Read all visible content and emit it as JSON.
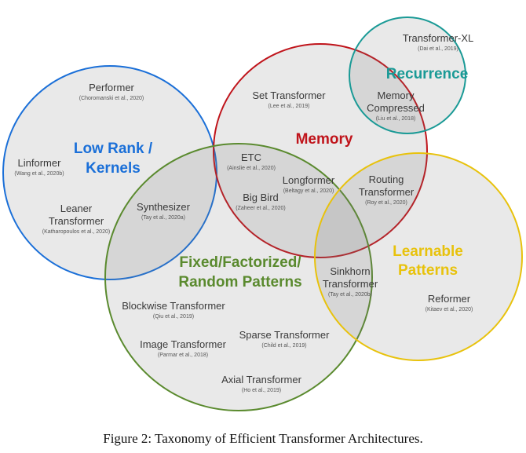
{
  "caption": "Figure 2: Taxonomy of Efficient Transformer Architectures.",
  "groups": [
    {
      "id": "low-rank",
      "label_lines": [
        "Low Rank /",
        "Kernels"
      ],
      "color": "#1a6fd8"
    },
    {
      "id": "recurrence",
      "label_lines": [
        "Recurrence"
      ],
      "color": "#1a9a96"
    },
    {
      "id": "memory",
      "label_lines": [
        "Memory"
      ],
      "color": "#c0141b"
    },
    {
      "id": "fixed",
      "label_lines": [
        "Fixed/Factorized/",
        "Random Patterns"
      ],
      "color": "#5a8a2e"
    },
    {
      "id": "learnable",
      "label_lines": [
        "Learnable",
        "Patterns"
      ],
      "color": "#e8c20c"
    }
  ],
  "models": [
    {
      "id": "performer",
      "name_lines": [
        "Performer"
      ],
      "citation": "(Choromanski et al., 2020)"
    },
    {
      "id": "linformer",
      "name_lines": [
        "Linformer"
      ],
      "citation": "(Wang et al., 2020b)"
    },
    {
      "id": "leaner-transformer",
      "name_lines": [
        "Leaner",
        "Transformer"
      ],
      "citation": "(Katharopoulos et al., 2020)"
    },
    {
      "id": "set-transformer",
      "name_lines": [
        "Set Transformer"
      ],
      "citation": "(Lee et al., 2019)"
    },
    {
      "id": "transformer-xl",
      "name_lines": [
        "Transformer-XL"
      ],
      "citation": "(Dai et al., 2019)"
    },
    {
      "id": "memory-compressed",
      "name_lines": [
        "Memory",
        "Compressed"
      ],
      "citation": "(Liu et al., 2018)"
    },
    {
      "id": "etc",
      "name_lines": [
        "ETC"
      ],
      "citation": "(Ainslie et al., 2020)"
    },
    {
      "id": "longformer",
      "name_lines": [
        "Longformer"
      ],
      "citation": "(Beltagy et al., 2020)"
    },
    {
      "id": "big-bird",
      "name_lines": [
        "Big Bird"
      ],
      "citation": "(Zaheer et al., 2020)"
    },
    {
      "id": "synthesizer",
      "name_lines": [
        "Synthesizer"
      ],
      "citation": "(Tay et al., 2020a)"
    },
    {
      "id": "routing-transformer",
      "name_lines": [
        "Routing",
        "Transformer"
      ],
      "citation": "(Roy et al., 2020)"
    },
    {
      "id": "sinkhorn-transformer",
      "name_lines": [
        "Sinkhorn",
        "Transformer"
      ],
      "citation": "(Tay et al., 2020b)"
    },
    {
      "id": "reformer",
      "name_lines": [
        "Reformer"
      ],
      "citation": "(Kitaev et al., 2020)"
    },
    {
      "id": "blockwise-transformer",
      "name_lines": [
        "Blockwise Transformer"
      ],
      "citation": "(Qiu et al., 2019)"
    },
    {
      "id": "image-transformer",
      "name_lines": [
        "Image Transformer"
      ],
      "citation": "(Parmar et al., 2018)"
    },
    {
      "id": "sparse-transformer",
      "name_lines": [
        "Sparse Transformer"
      ],
      "citation": "(Child et al., 2019)"
    },
    {
      "id": "axial-transformer",
      "name_lines": [
        "Axial Transformer"
      ],
      "citation": "(Ho et al., 2019)"
    }
  ]
}
